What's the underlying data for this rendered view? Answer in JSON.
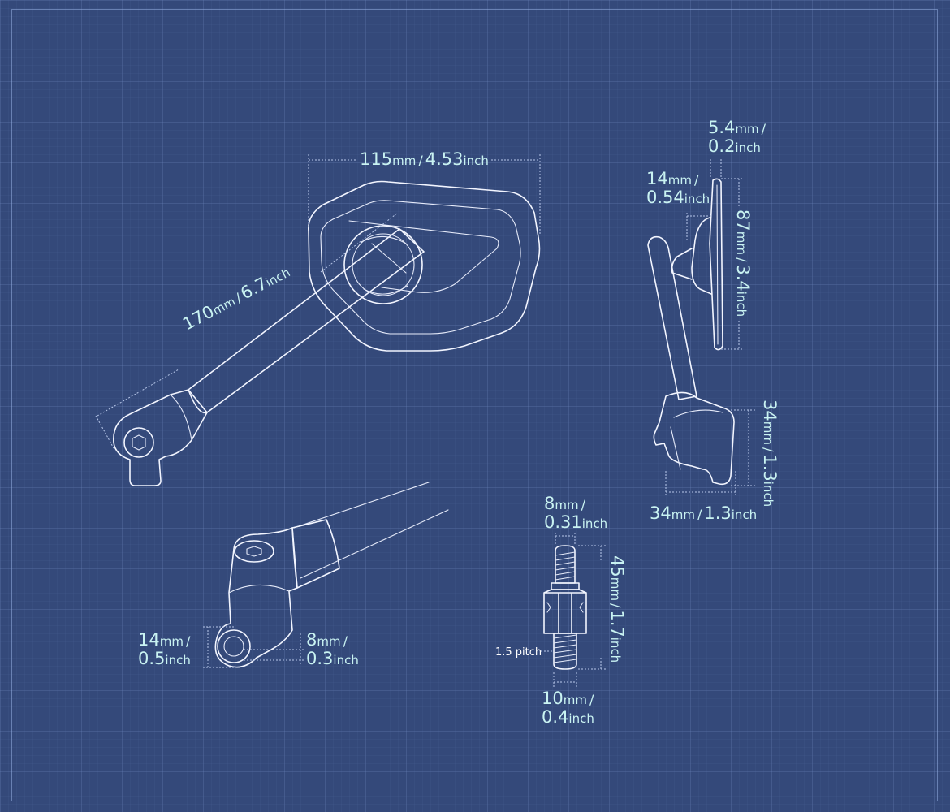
{
  "dimensions": {
    "mirror_width": {
      "mm": "115",
      "mm_unit": "mm",
      "sep": "/",
      "inch": "4.53",
      "inch_unit": "inch"
    },
    "arm_length": {
      "mm": "170",
      "mm_unit": "mm",
      "sep": "/",
      "inch": "6.7",
      "inch_unit": "inch"
    },
    "glass_thickness": {
      "mm": "5.4",
      "mm_unit": "mm",
      "sep": "/",
      "inch": "0.2",
      "inch_unit": "inch"
    },
    "housing_depth": {
      "mm": "14",
      "mm_unit": "mm",
      "sep": "/",
      "inch": "0.54",
      "inch_unit": "inch"
    },
    "mirror_height": {
      "mm": "87",
      "mm_unit": "mm",
      "sep": "/",
      "inch": "3.4",
      "inch_unit": "inch"
    },
    "base_height": {
      "mm": "34",
      "mm_unit": "mm",
      "sep": "/",
      "inch": "1.3",
      "inch_unit": "inch"
    },
    "base_width": {
      "mm": "34",
      "mm_unit": "mm",
      "sep": "/",
      "inch": "1.3",
      "inch_unit": "inch"
    },
    "bolt_diameter": {
      "mm": "8",
      "mm_unit": "mm",
      "sep": "/",
      "inch": "0.31",
      "inch_unit": "inch"
    },
    "bolt_length": {
      "mm": "45",
      "mm_unit": "mm",
      "sep": "/",
      "inch": "1.7",
      "inch_unit": "inch"
    },
    "bolt_thread": {
      "mm": "10",
      "mm_unit": "mm",
      "sep": "/",
      "inch": "0.4",
      "inch_unit": "inch"
    },
    "mount_hole": {
      "mm": "14",
      "mm_unit": "mm",
      "sep": "/",
      "inch": "0.5",
      "inch_unit": "inch"
    },
    "mount_thickness": {
      "mm": "8",
      "mm_unit": "mm",
      "sep": "/",
      "inch": "0.3",
      "inch_unit": "inch"
    }
  },
  "pitch_label": "1.5 pitch",
  "colors": {
    "background": "#34497a",
    "line": "#f2f5ff",
    "label": "#c9f3f2",
    "dimension": "#b8c8ea"
  }
}
